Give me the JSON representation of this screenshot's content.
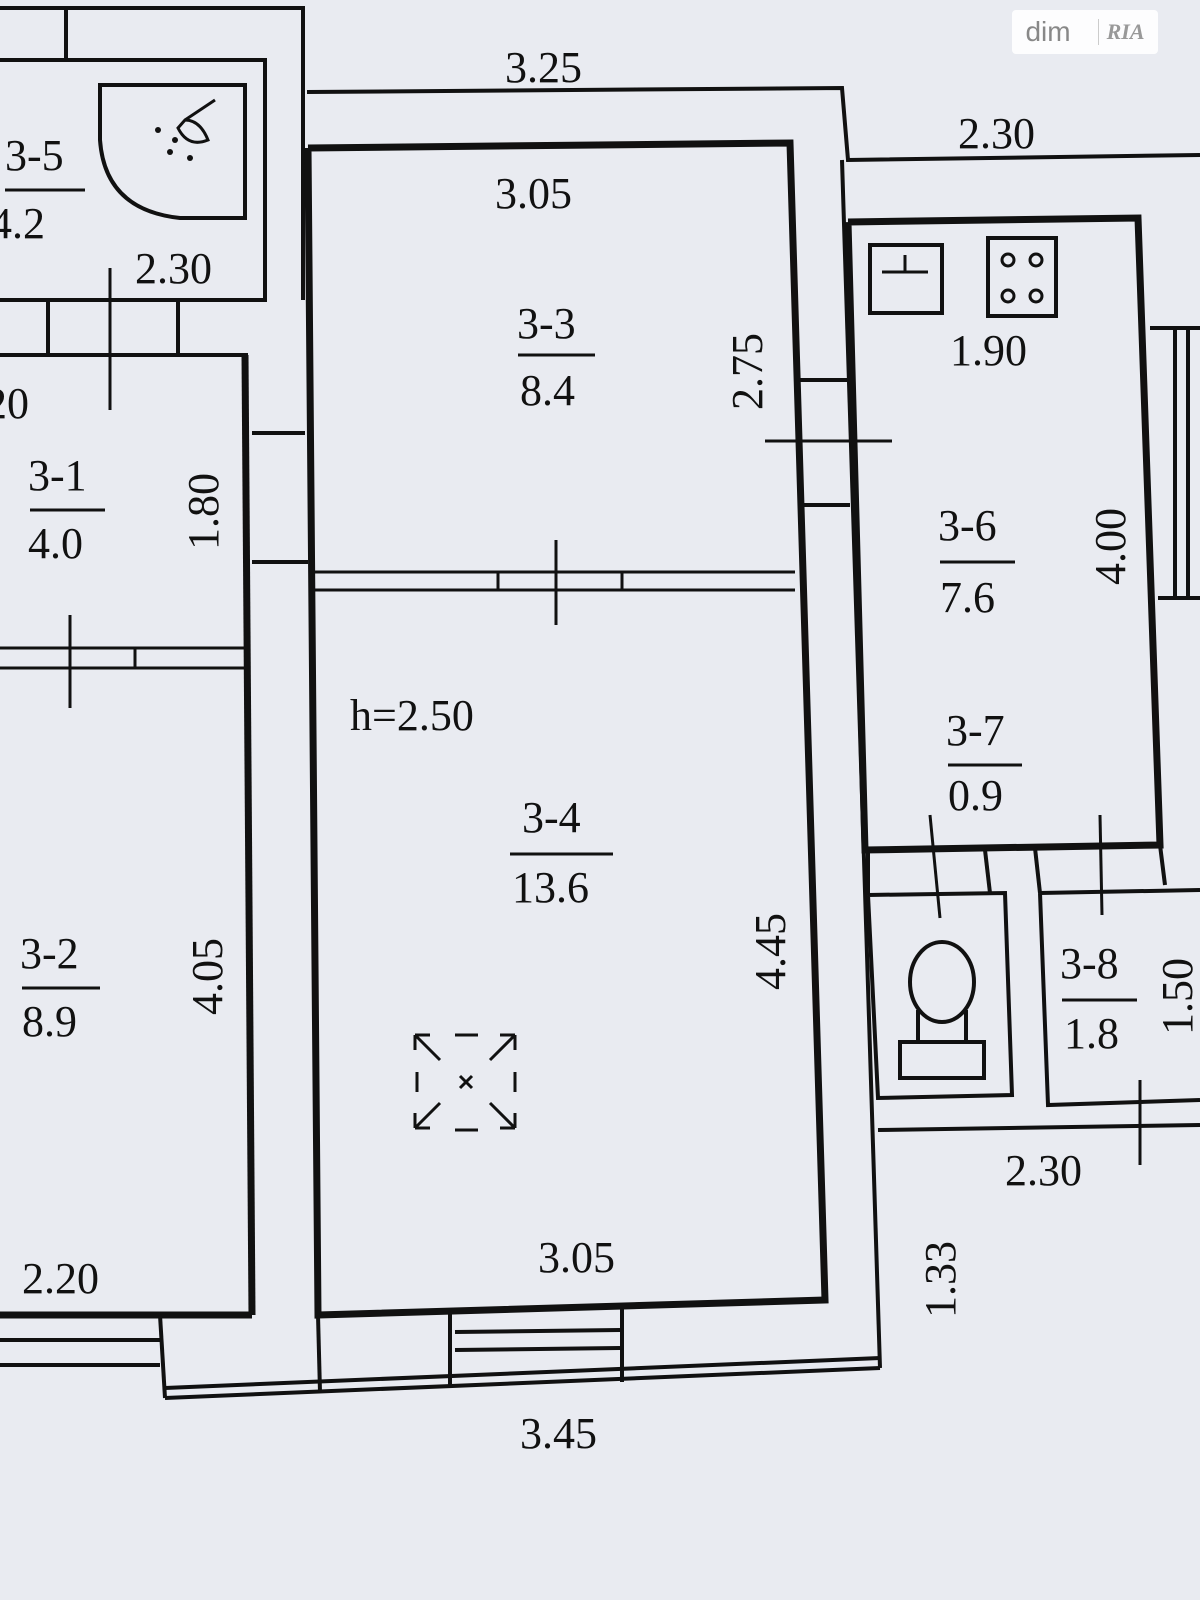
{
  "watermark": {
    "left": "dim",
    "right": "RIA"
  },
  "rooms": [
    {
      "id": "3-5",
      "area": "4.2"
    },
    {
      "id": "3-3",
      "area": "8.4"
    },
    {
      "id": "3-1",
      "area": "4.0"
    },
    {
      "id": "3-6",
      "area": "7.6"
    },
    {
      "id": "3-7",
      "area": "0.9"
    },
    {
      "id": "3-4",
      "area": "13.6"
    },
    {
      "id": "3-2",
      "area": "8.9"
    },
    {
      "id": "3-8",
      "area": "1.8"
    }
  ],
  "dimensions": {
    "top_325": "3.25",
    "top_230_right": "2.30",
    "room33_top": "3.05",
    "room35_bottom": "2.30",
    "room33_side": "2.75",
    "kitchen_width": "1.90",
    "room31_left": "20",
    "room31_height": "1.80",
    "kitchen_height": "4.00",
    "room32_height": "4.05",
    "room34_side": "4.45",
    "room38_height": "1.50",
    "right_bottom_230": "2.30",
    "room34_bottom": "3.05",
    "room32_bottom": "2.20",
    "right_133": "1.33",
    "bottom_345": "3.45"
  },
  "ceiling_height": "h=2.50"
}
